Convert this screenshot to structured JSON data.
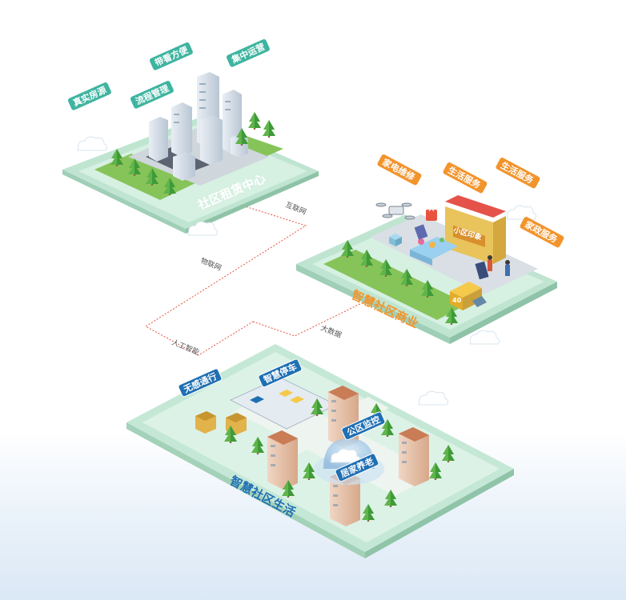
{
  "colors": {
    "teal_tag": "#3fb4a0",
    "orange_tag": "#f2942c",
    "blue_tag": "#1f6fb3",
    "platform_green": "#d6f0e2",
    "grass": "#86c45a",
    "network_line": "#e8533f"
  },
  "rental_center": {
    "title": "社区租赁中心",
    "tags": [
      "真实房源",
      "流程管理",
      "带看方便",
      "集中运营"
    ]
  },
  "commerce": {
    "title": "智慧社区商业",
    "store_sign": "小区印象",
    "truck_label": "40",
    "tags": [
      "家电维修",
      "生活服务",
      "生活服务",
      "家政服务"
    ]
  },
  "community_life": {
    "title": "智慧社区生活",
    "tags": [
      "无感通行",
      "智慧停车",
      "公区监控",
      "居家养老"
    ]
  },
  "network_labels": {
    "internet": "互联网",
    "iot": "物联网",
    "ai": "人工智能",
    "big_data": "大数据"
  },
  "icons": [
    "cloud-icon",
    "tree-icon",
    "building-icon",
    "drone-icon",
    "truck-icon",
    "shop-icon",
    "car-icon",
    "dome-icon"
  ]
}
